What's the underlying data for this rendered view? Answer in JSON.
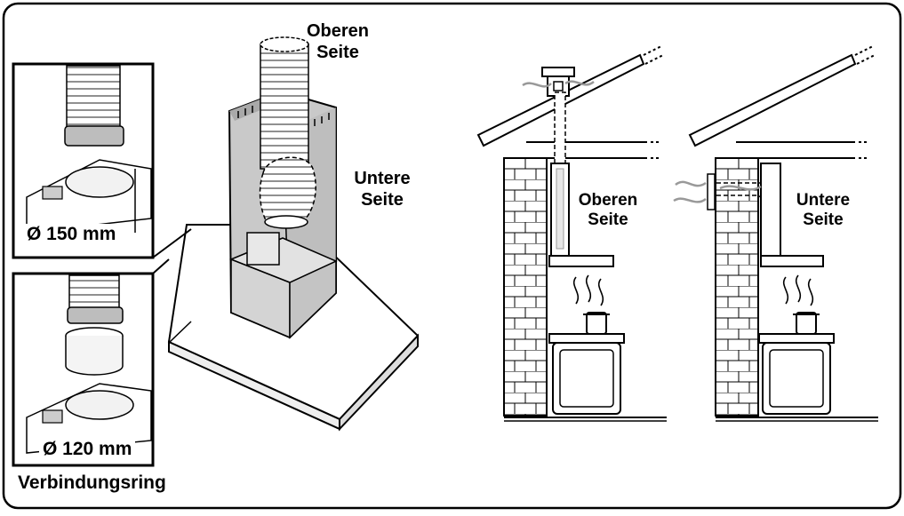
{
  "labels": {
    "hood_top": "Oberen\nSeite",
    "hood_bottom": "Untere\nSeite",
    "diam_150": "Ø 150 mm",
    "diam_120": "Ø 120 mm",
    "ring_caption": "Verbindungsring",
    "scene_top": "Oberen\nSeite",
    "scene_bottom": "Untere\nSeite"
  }
}
